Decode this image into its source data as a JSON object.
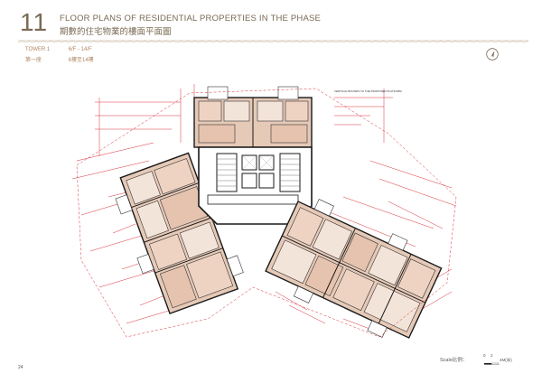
{
  "header": {
    "section_number": "11",
    "title_en": "FLOOR PLANS OF RESIDENTIAL PROPERTIES IN THE PHASE",
    "title_zh": "期數的住宅物業的樓面平面圖"
  },
  "labels": {
    "tower_en": "TOWER 1",
    "floors_en": "6/F - 14/F",
    "tower_zh": "第一座",
    "floors_zh": "6樓至14樓"
  },
  "plan": {
    "note": "VERTICAL BOUNDS TO THE PROPOSED PLATFORM"
  },
  "footer": {
    "page_number": "24",
    "scale_label": "Scale比例：",
    "scale_ticks": [
      "0",
      "2",
      "4M(米)"
    ]
  },
  "colors": {
    "accent": "#7a6a55",
    "label": "#b08868",
    "dimension_red": "#d9303a",
    "flat_fill": "#e6c9b6",
    "wall": "#1a1a1a"
  }
}
